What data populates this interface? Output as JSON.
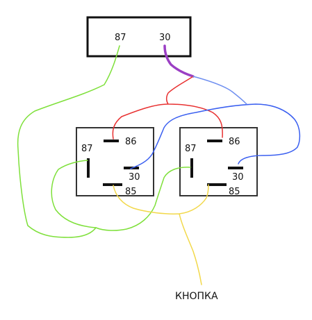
{
  "connector": {
    "pin_87": "87",
    "pin_30": "30"
  },
  "relay_left": {
    "pin_87": "87",
    "pin_86": "86",
    "pin_30": "30",
    "pin_85": "85"
  },
  "relay_right": {
    "pin_87": "87",
    "pin_86": "86",
    "pin_30": "30",
    "pin_85": "85"
  },
  "button": {
    "label": "КНОПКА"
  },
  "colors": {
    "green": "#7ee03a",
    "purple": "#9b3fc4",
    "red": "#e83030",
    "blue": "#3a5ff0",
    "lightblue": "#6f8ff0",
    "yellow": "#f2d84a",
    "frame": "#111111"
  }
}
